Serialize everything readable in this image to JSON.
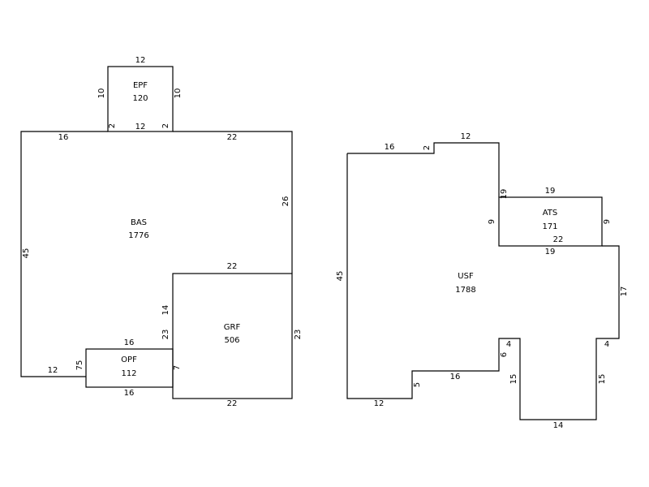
{
  "areas": {
    "epf": {
      "code": "EPF",
      "sqft": "120"
    },
    "bas": {
      "code": "BAS",
      "sqft": "1776"
    },
    "grf": {
      "code": "GRF",
      "sqft": "506"
    },
    "opf": {
      "code": "OPF",
      "sqft": "112"
    },
    "usf": {
      "code": "USF",
      "sqft": "1788"
    },
    "ats": {
      "code": "ATS",
      "sqft": "171"
    }
  },
  "dimensions": {
    "epf_top": "12",
    "epf_left": "10",
    "epf_right": "10",
    "epf_bottom": "12",
    "bas_left_notch": "2",
    "bas_right_notch": "2",
    "bas_top_left": "16",
    "bas_top_right": "22",
    "bas_right": "26",
    "bas_left": "45",
    "bas_bottom_left": "12",
    "grf_top": "22",
    "grf_left": "14",
    "grf_left_lower": "23",
    "grf_right": "23",
    "grf_bottom": "22",
    "grf_opf_side": "7",
    "opf_top": "16",
    "opf_bottom": "16",
    "opf_left": "75",
    "usf_top_left": "16",
    "usf_notch": "2",
    "usf_top_mid": "12",
    "usf_left": "45",
    "ats_left_upper": "19",
    "ats_top": "19",
    "ats_left": "9",
    "ats_right": "9",
    "ats_bottom": "22",
    "ats_under": "19",
    "usf_right": "17",
    "usf_right_step": "4",
    "usf_right_leg": "15",
    "usf_bottom_leg": "14",
    "usf_left_leg": "15",
    "usf_left_step": "4",
    "usf_inner_step": "6",
    "usf_inner_bottom": "16",
    "usf_small_step": "5",
    "usf_bottom_left": "12"
  }
}
